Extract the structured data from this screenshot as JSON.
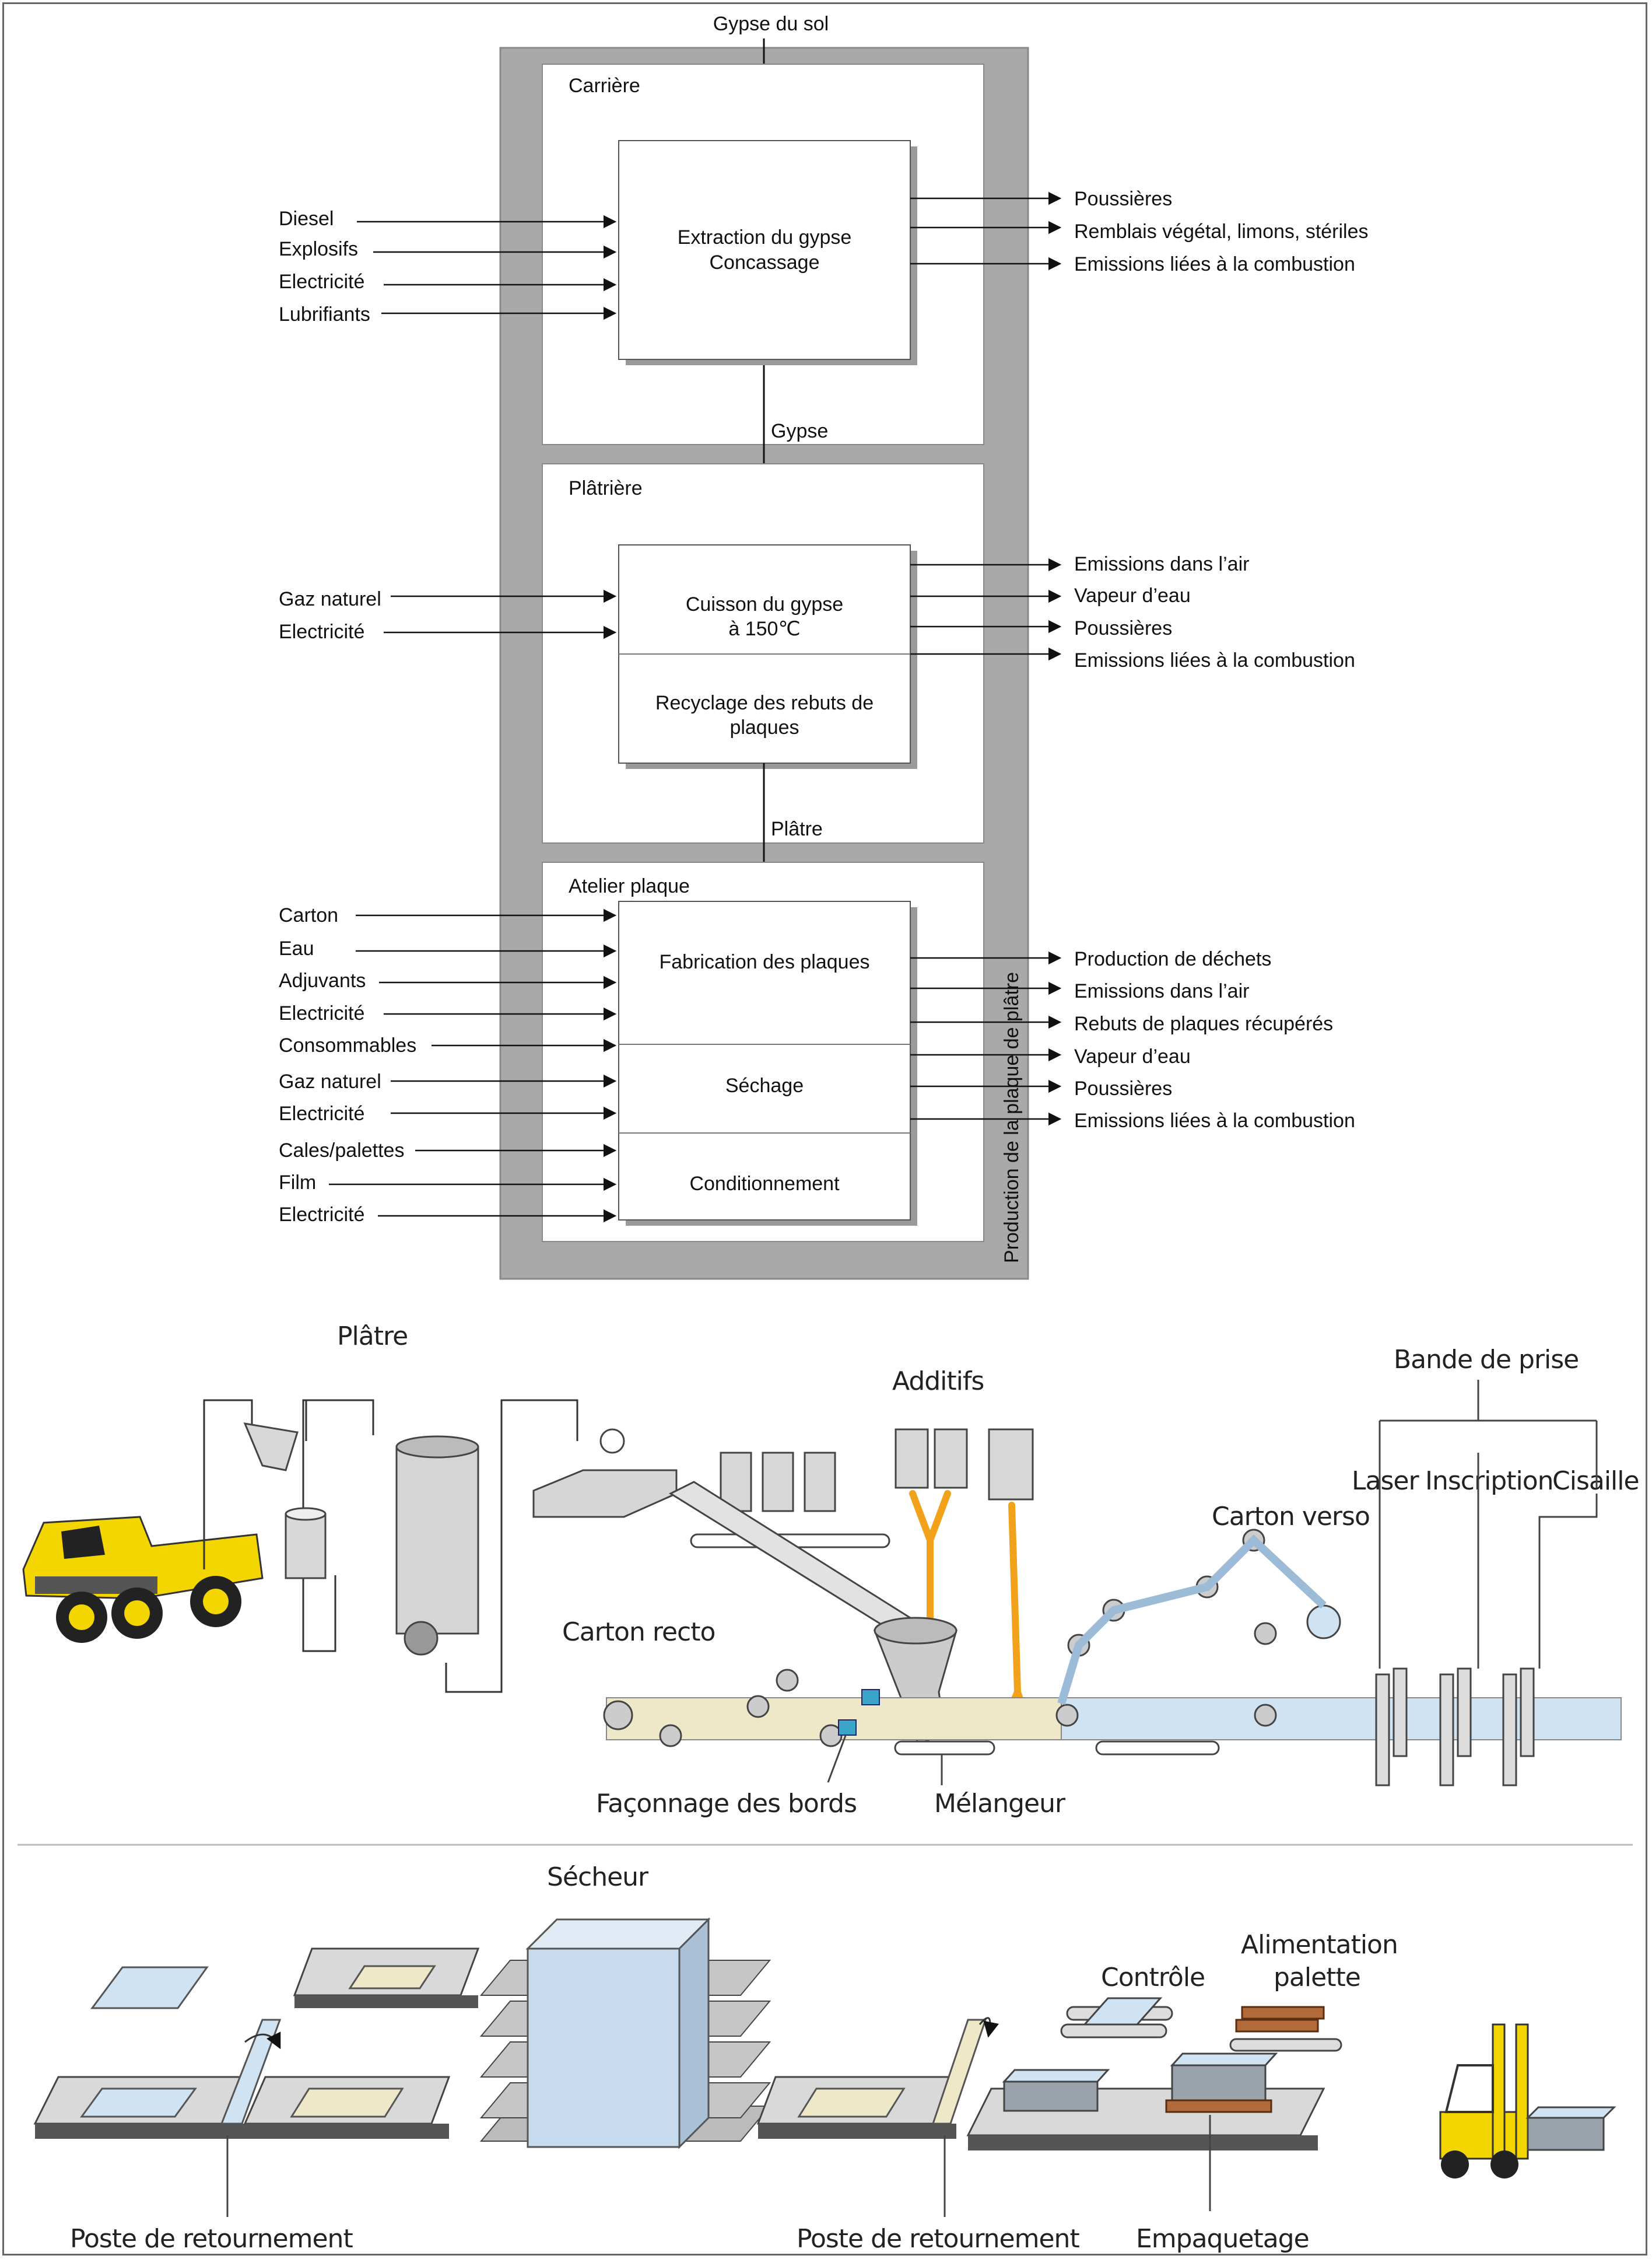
{
  "flow": {
    "input_top": "Gypse du sol",
    "stage_side_label": "Production de la plaque de plâtre",
    "stages": [
      {
        "name": "Carrière",
        "process_lines": [
          "Extraction du gypse",
          "Concassage"
        ],
        "inputs": [
          "Diesel",
          "Explosifs",
          "Electricité",
          "Lubrifiants"
        ],
        "outputs": [
          "Poussières",
          "Remblais végétal, limons, stériles",
          "Emissions liées à la combustion"
        ],
        "product": "Gypse"
      },
      {
        "name": "Plâtrière",
        "process_lines": [
          "Cuisson du gypse",
          "à 150℃"
        ],
        "process2_lines": [
          "Recyclage des rebuts de",
          "plaques"
        ],
        "inputs": [
          "Gaz naturel",
          "Electricité"
        ],
        "outputs": [
          "Emissions dans l’air",
          "Vapeur d’eau",
          "Poussières",
          "Emissions liées à la combustion"
        ],
        "product": "Plâtre"
      },
      {
        "name": "Atelier plaque",
        "process_lines": [
          "Fabrication des plaques"
        ],
        "process2_lines": [
          "Séchage"
        ],
        "process3_lines": [
          "Conditionnement"
        ],
        "inputs": [
          "Carton",
          "Eau",
          "Adjuvants",
          "Electricité",
          "Consommables",
          "Gaz naturel",
          "Electricité",
          "Cales/palettes",
          "Film",
          "Electricité"
        ],
        "outputs": [
          "Production de déchets",
          "Emissions dans l’air",
          "Rebuts de plaques récupérés",
          "Vapeur d’eau",
          "Poussières",
          "Emissions liées à la combustion"
        ]
      }
    ]
  },
  "illustration_top": {
    "labels": {
      "platre": "Plâtre",
      "additifs": "Additifs",
      "bande_de_prise": "Bande de prise",
      "laser": "Laser",
      "inscription": "Inscription",
      "cisaille": "Cisaille",
      "carton_verso": "Carton verso",
      "carton_recto": "Carton recto",
      "faconnage": "Façonnage des bords",
      "melangeur": "Mélangeur"
    }
  },
  "illustration_bottom": {
    "labels": {
      "secheur": "Sécheur",
      "controle": "Contrôle",
      "alimentation_1": "Alimentation",
      "alimentation_2": "palette",
      "retournement_1": "Poste de retournement",
      "retournement_2": "Poste de retournement",
      "empaquetage": "Empaquetage"
    }
  },
  "colors": {
    "frame_grey": "#a9a9a9",
    "stage_fill": "#ffffff",
    "truck_yellow": "#f3d600",
    "pipe_orange": "#f2a21a",
    "panel_blue": "#cfe3f3",
    "carton_cream": "#efe8c8"
  }
}
